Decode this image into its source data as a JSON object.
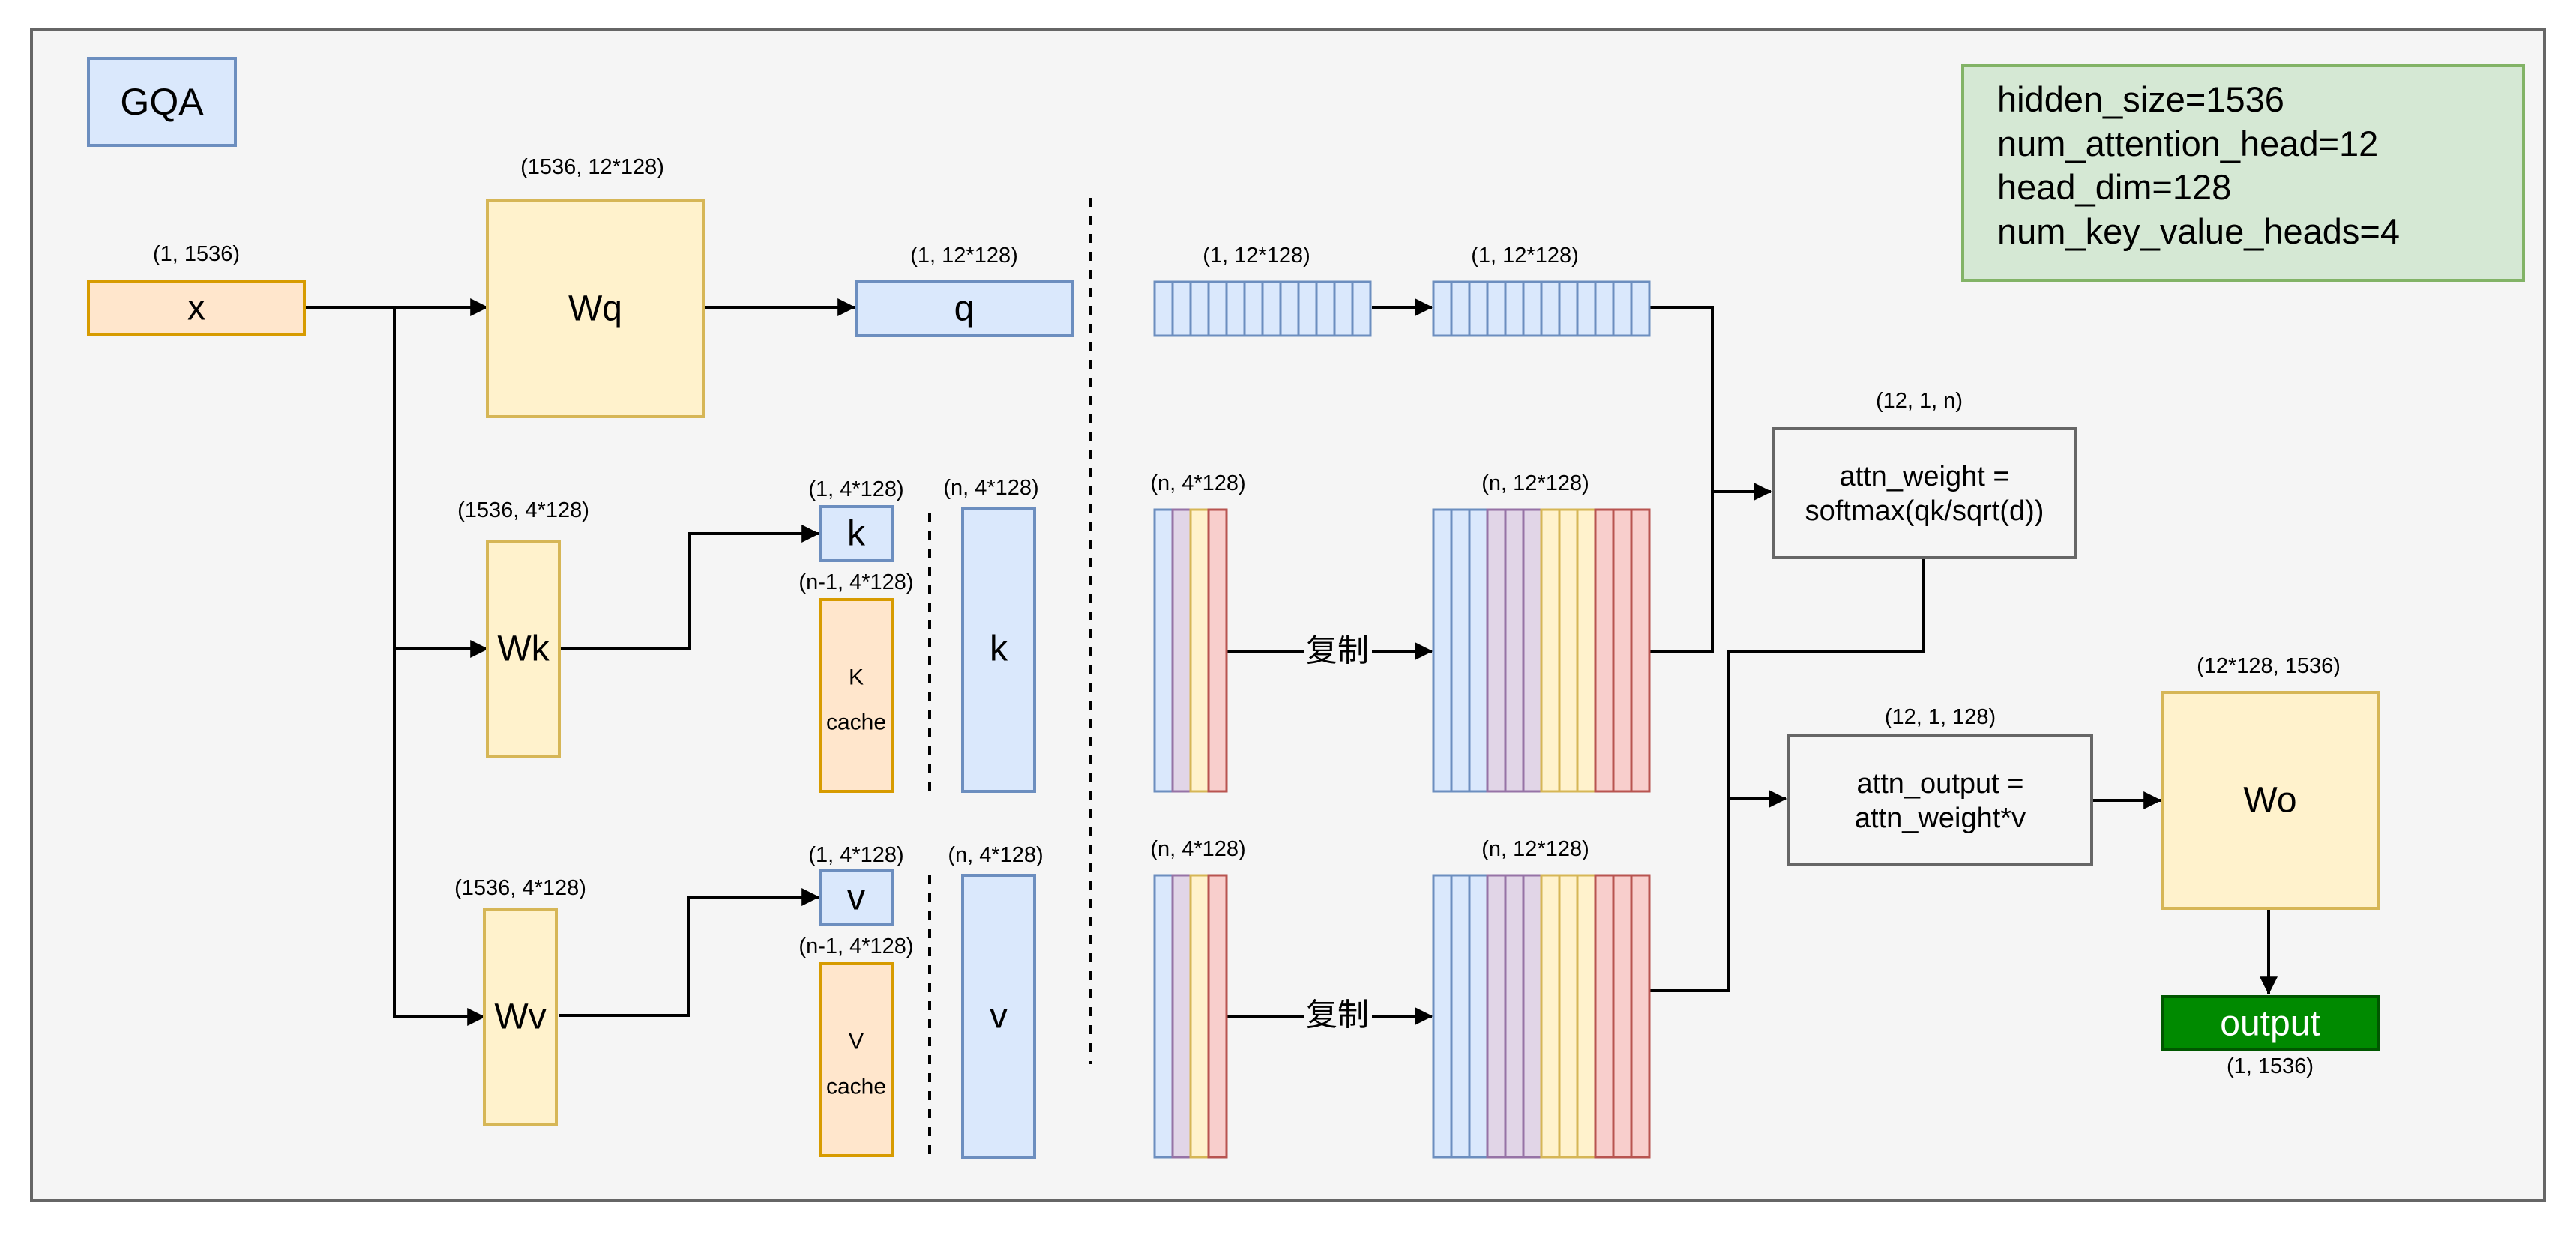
{
  "title": "GQA",
  "config_lines": [
    "hidden_size=1536",
    "num_attention_head=12",
    "head_dim=128",
    "num_key_value_heads=4"
  ],
  "nodes": {
    "x": "x",
    "wq": "Wq",
    "wk": "Wk",
    "wv": "Wv",
    "q": "q",
    "k_new": "k",
    "v_new": "v",
    "k_full": "k",
    "v_full": "v",
    "k_cache": [
      "K",
      "cache"
    ],
    "v_cache": [
      "V",
      "cache"
    ],
    "attn_weight": [
      "attn_weight =",
      "softmax(qk/sqrt(d))"
    ],
    "attn_output": [
      "attn_output =",
      "attn_weight*v"
    ],
    "wo": "Wo",
    "output": "output"
  },
  "dims": {
    "x": "(1, 1536)",
    "wq": "(1536, 12*128)",
    "wk": "(1536, 4*128)",
    "wv": "(1536, 4*128)",
    "q": "(1, 12*128)",
    "k_new": "(1, 4*128)",
    "k_cache": "(n-1, 4*128)",
    "k_full": "(n, 4*128)",
    "v_new": "(1, 4*128)",
    "v_cache": "(n-1, 4*128)",
    "v_full": "(n, 4*128)",
    "q_heads": "(1, 12*128)",
    "q_heads_out": "(1, 12*128)",
    "k_heads": "(n, 4*128)",
    "k_rep": "(n, 12*128)",
    "v_heads": "(n, 4*128)",
    "v_rep": "(n, 12*128)",
    "attn_weight": "(12, 1, n)",
    "attn_output": "(12, 1, 128)",
    "wo": "(12*128, 1536)",
    "output": "(1, 1536)"
  },
  "copy_label": "复制",
  "colors": {
    "blue_fill": "#dae8fc",
    "blue_stroke": "#6c8ebf",
    "purple_fill": "#e1d5e7",
    "purple_stroke": "#9673a6",
    "yellow_fill": "#fff2cc",
    "yellow_stroke": "#d6b656",
    "red_fill": "#f8cecc",
    "red_stroke": "#b85450",
    "orange_fill": "#ffe6cc",
    "orange_stroke": "#d79b00",
    "green_fill": "#d5e8d4",
    "green_stroke": "#82b366",
    "output_fill": "#008a00",
    "output_stroke": "#005700",
    "gray_stroke": "#666666",
    "background": "#f5f5f5"
  }
}
